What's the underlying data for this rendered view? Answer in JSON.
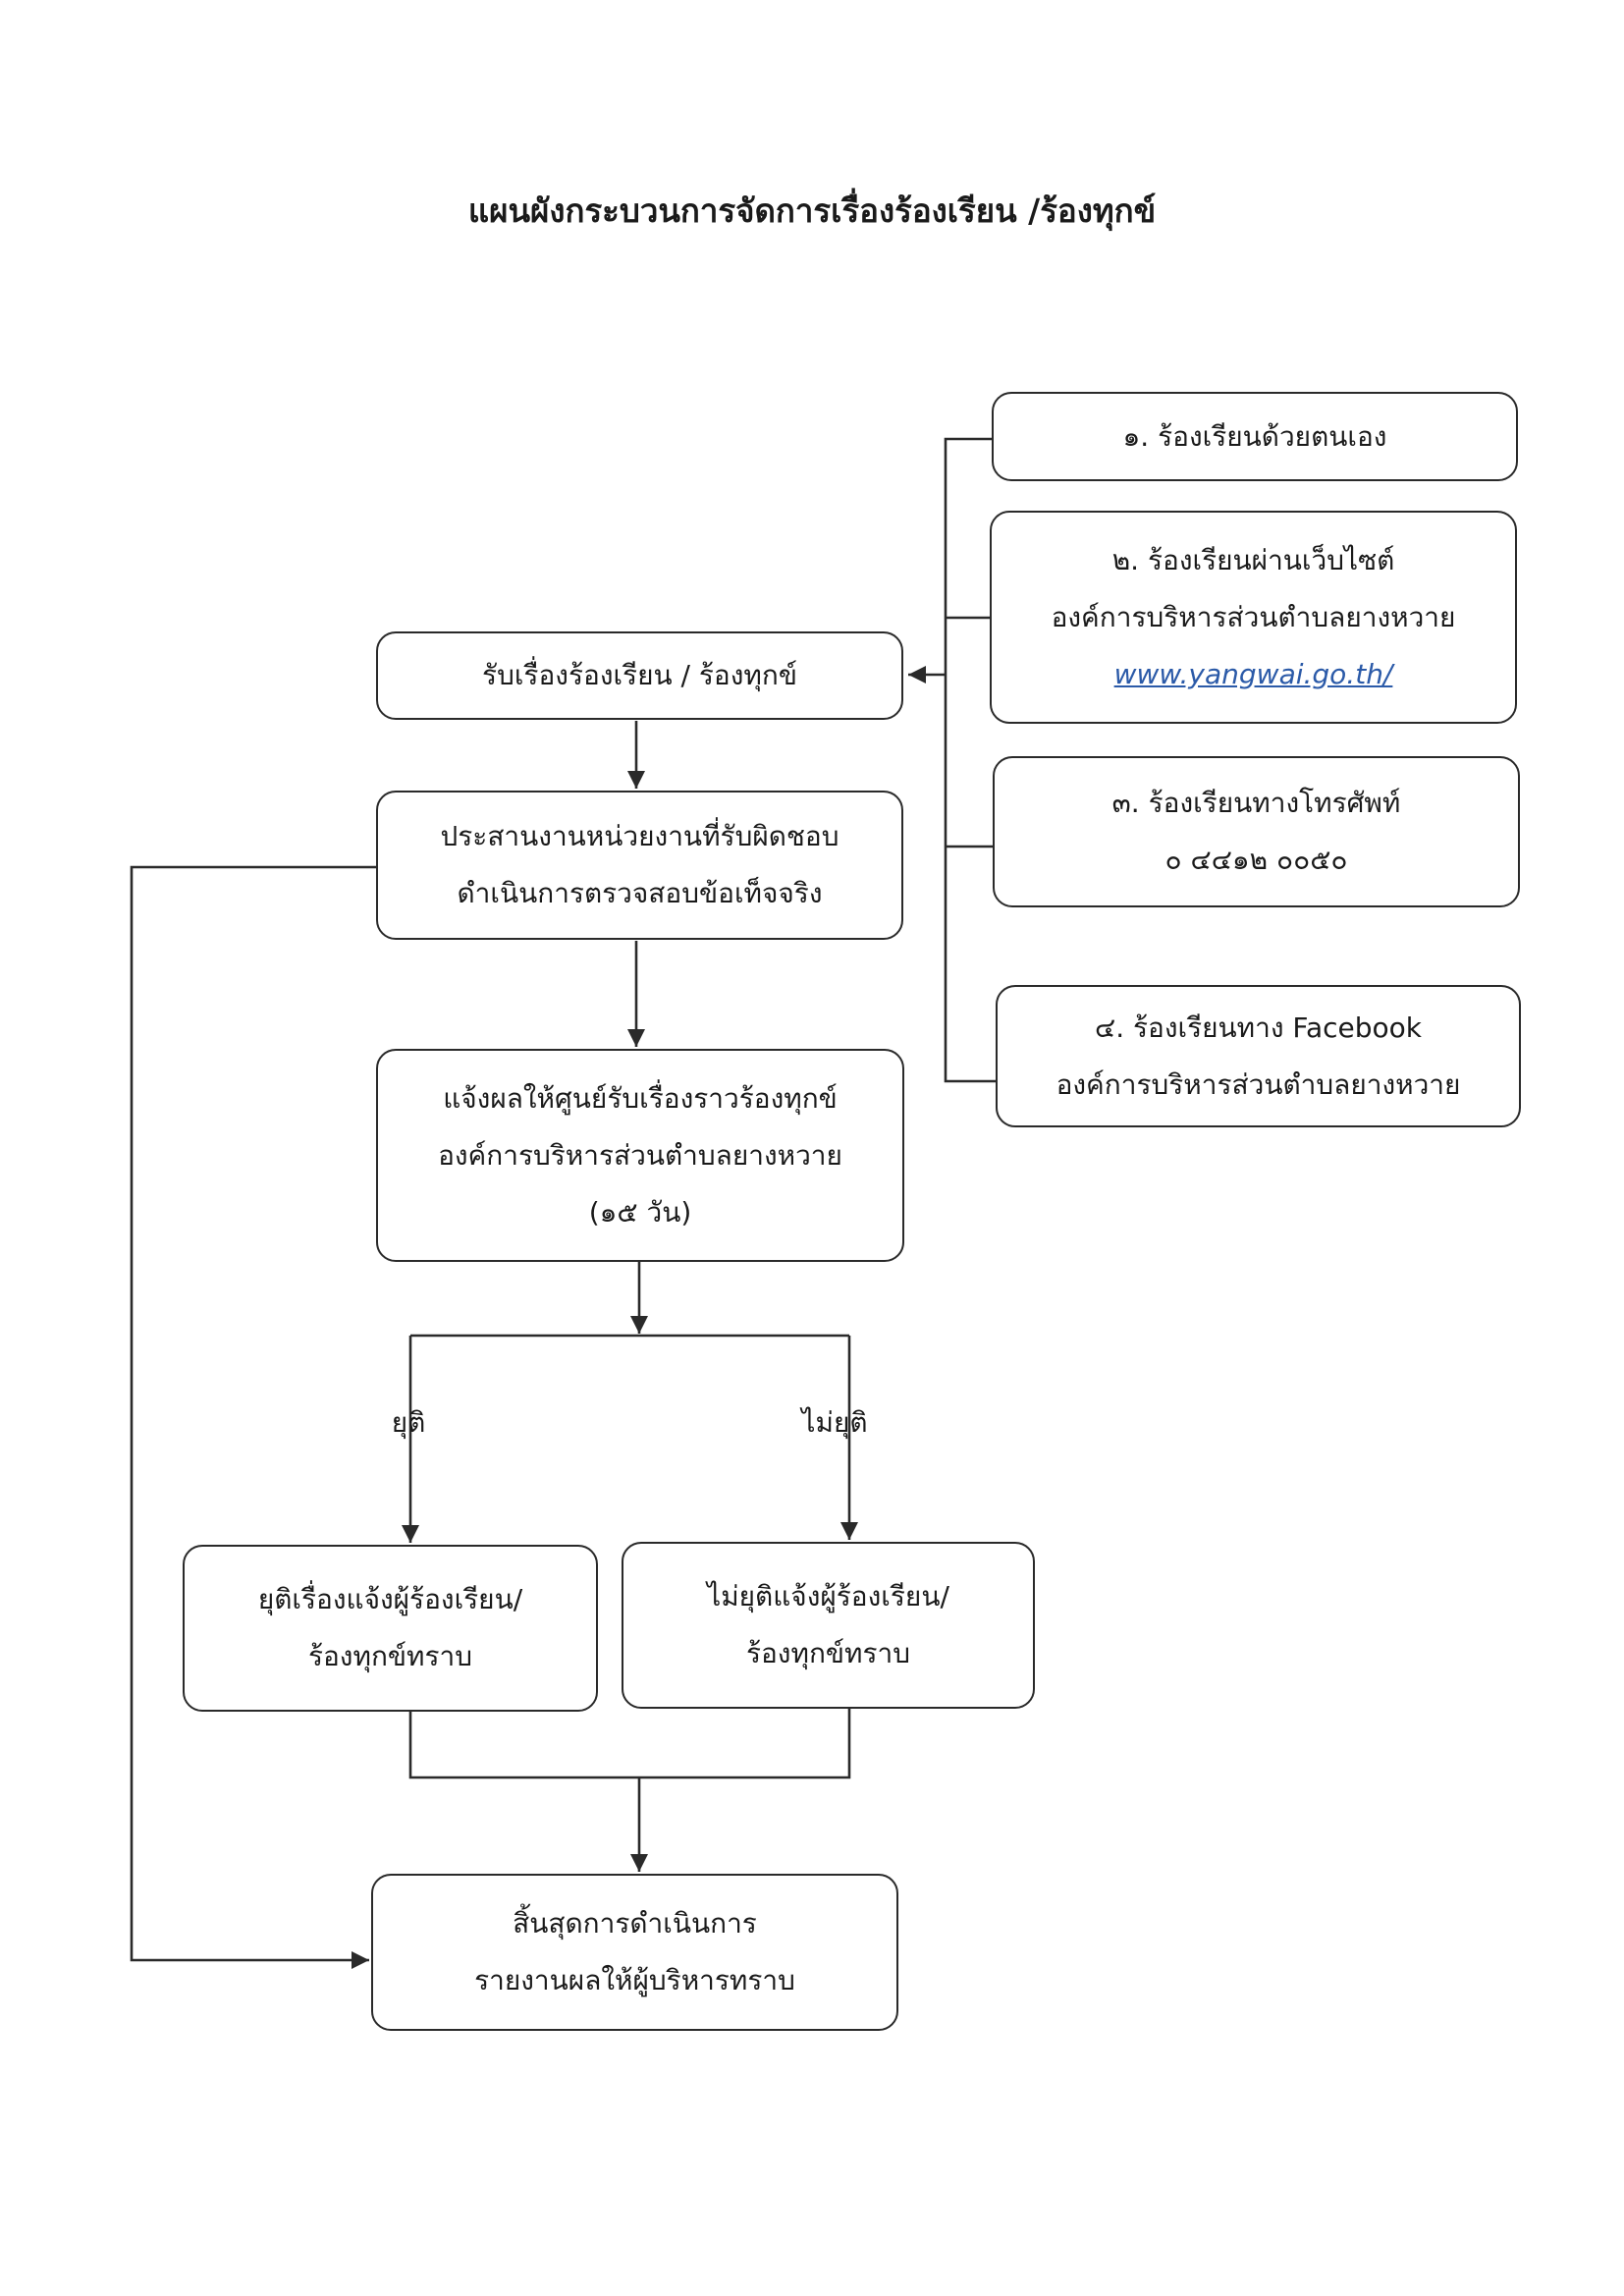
{
  "page": {
    "title": "แผนผังกระบวนการจัดการเรื่องร้องเรียน /ร้องทุกข์"
  },
  "channels": [
    {
      "label": "๑. ร้องเรียนด้วยตนเอง"
    },
    {
      "label": "๒. ร้องเรียนผ่านเว็บไซต์",
      "sub": "องค์การบริหารส่วนตำบลยางหวาย",
      "link": "www.yangwai.go.th/"
    },
    {
      "label": "๓. ร้องเรียนทางโทรศัพท์",
      "sub": "๐ ๔๔๑๒ ๐๐๕๐"
    },
    {
      "label": "๔. ร้องเรียนทาง Facebook",
      "sub": "องค์การบริหารส่วนตำบลยางหวาย"
    }
  ],
  "steps": {
    "receive": {
      "label": "รับเรื่องร้องเรียน / ร้องทุกข์"
    },
    "coordinate": {
      "line1": "ประสานงานหน่วยงานที่รับผิดชอบ",
      "line2": "ดำเนินการตรวจสอบข้อเท็จจริง"
    },
    "notify": {
      "line1": "แจ้งผลให้ศูนย์รับเรื่องราวร้องทุกข์",
      "line2": "องค์การบริหารส่วนตำบลยางหวาย",
      "line3": "(๑๕ วัน)"
    },
    "resolved": {
      "line1": "ยุติเรื่องแจ้งผู้ร้องเรียน/",
      "line2": "ร้องทุกข์ทราบ"
    },
    "unresolved": {
      "line1": "ไม่ยุติแจ้งผู้ร้องเรียน/",
      "line2": "ร้องทุกข์ทราบ"
    },
    "end": {
      "line1": "สิ้นสุดการดำเนินการ",
      "line2": "รายงานผลให้ผู้บริหารทราบ"
    }
  },
  "branches": {
    "yes": "ยุติ",
    "no": "ไม่ยุติ"
  },
  "colors": {
    "line": "#2a2a2a",
    "link": "#2b5aa8"
  }
}
